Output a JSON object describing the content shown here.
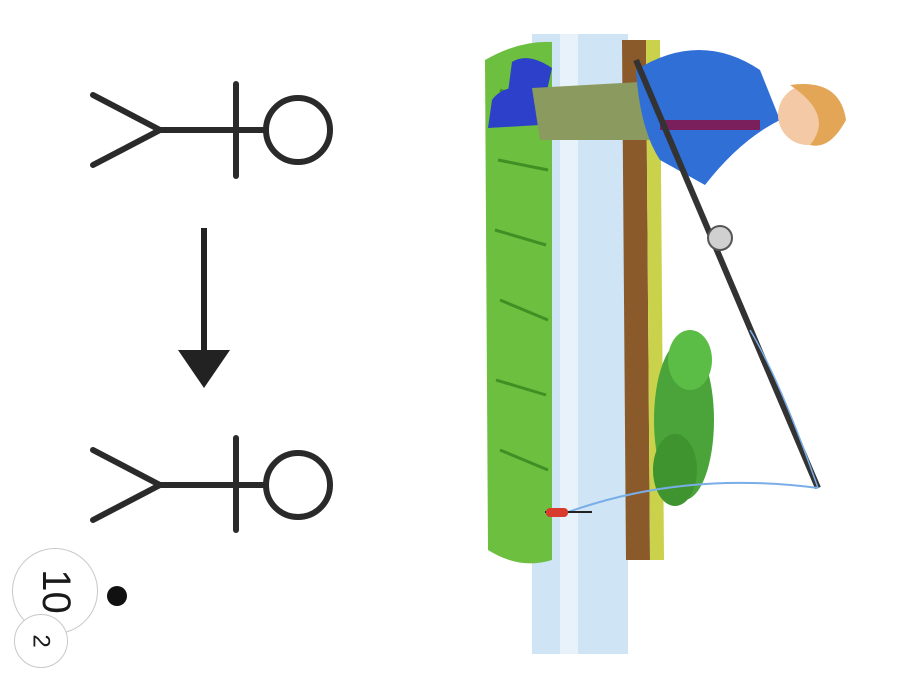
{
  "slide": {
    "page_number": "10",
    "sub_number": "2",
    "colors": {
      "stick_figure": "#2a2a2a",
      "arrow": "#222222",
      "jacket": "#2f6fd6",
      "waders": "#8b9a5e",
      "boots": "#2c40c9",
      "grass": "#6cbf3f",
      "water": "#cfe4f5",
      "bank": "#8b5a2b",
      "float": "#d83a2e",
      "line": "#7aaee8"
    },
    "icons": [
      "stick-figure-icon",
      "down-arrow-icon",
      "stick-figure-icon",
      "fisherman-illustration",
      "bullet-dot-icon"
    ]
  }
}
